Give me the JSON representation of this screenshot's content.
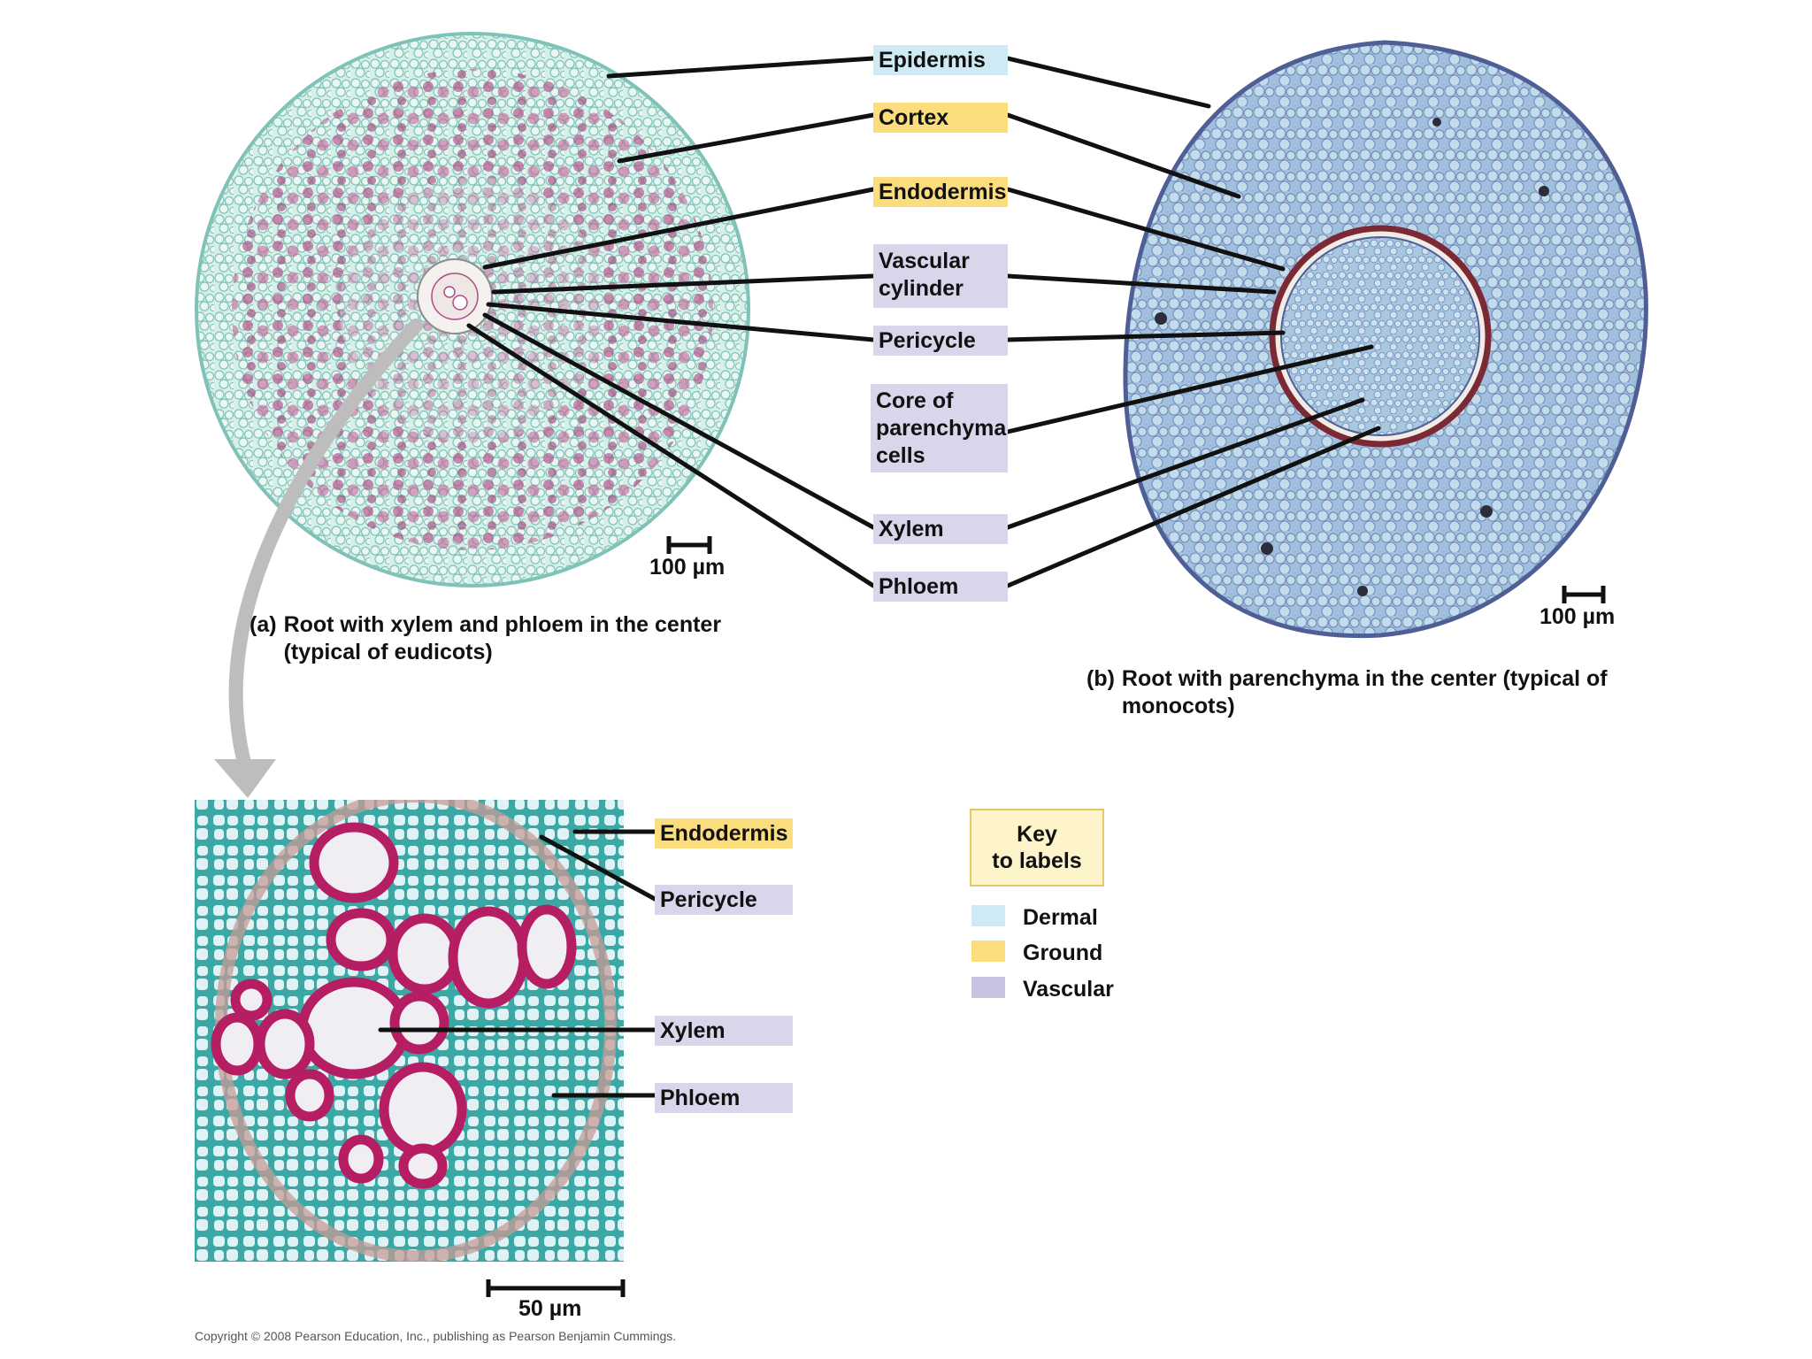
{
  "colors": {
    "dermal": "#cfeaf5",
    "ground": "#fbdd7e",
    "vascular": "#d9d5ea",
    "leader": "#111111",
    "eudicot_cell": "#bfe4df",
    "eudicot_stain": "#b14a86",
    "monocot_cell": "#b5d5e6",
    "monocot_stain": "#7e7fb8",
    "detail_wall": "#3fb0ad",
    "detail_xylem_wall": "#b61e64",
    "arrow": "#b8b8b8"
  },
  "labels": {
    "epidermis": "Epidermis",
    "cortex": "Cortex",
    "endodermis": "Endodermis",
    "vascular_cylinder_1": "Vascular",
    "vascular_cylinder_2": "cylinder",
    "pericycle": "Pericycle",
    "core_1": "Core of",
    "core_2": "parenchyma",
    "core_3": "cells",
    "xylem": "Xylem",
    "phloem": "Phloem"
  },
  "detail_labels": {
    "endodermis": "Endodermis",
    "pericycle": "Pericycle",
    "xylem": "Xylem",
    "phloem": "Phloem"
  },
  "scale_bars": {
    "eudicot": "100 µm",
    "monocot": "100 µm",
    "detail": "50 µm"
  },
  "captions": {
    "a_tag": "(a)",
    "a_line1": "Root with xylem and phloem in the center",
    "a_line2": "(typical of eudicots)",
    "b_tag": "(b)",
    "b_line1": "Root with parenchyma in the center (typical of",
    "b_line2": "monocots)"
  },
  "key": {
    "title_1": "Key",
    "title_2": "to labels",
    "items": [
      {
        "label": "Dermal",
        "color": "#cfeaf5"
      },
      {
        "label": "Ground",
        "color": "#fbdd7e"
      },
      {
        "label": "Vascular",
        "color": "#c9c3e2"
      }
    ]
  },
  "copyright": "Copyright © 2008 Pearson Education, Inc., publishing as Pearson Benjamin Cummings."
}
